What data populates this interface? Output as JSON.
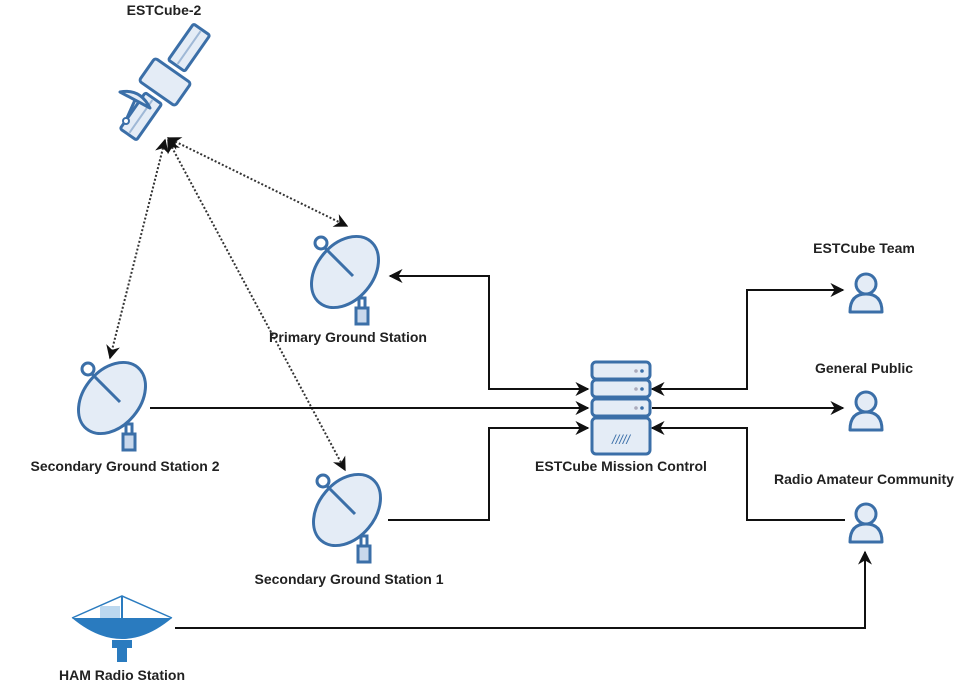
{
  "nodes": {
    "satellite": {
      "label": "ESTCube-2",
      "icon": "satellite-icon"
    },
    "primary_gs": {
      "label": "Primary Ground Station",
      "icon": "satellite-dish-icon"
    },
    "secondary_gs2": {
      "label": "Secondary Ground Station 2",
      "icon": "satellite-dish-icon"
    },
    "secondary_gs1": {
      "label": "Secondary Ground Station 1",
      "icon": "satellite-dish-icon"
    },
    "ham_radio": {
      "label": "HAM Radio Station",
      "icon": "radio-dish-icon"
    },
    "mission_control": {
      "label": "ESTCube Mission Control",
      "icon": "server-icon"
    },
    "team": {
      "label": "ESTCube Team",
      "icon": "user-icon"
    },
    "public": {
      "label": "General Public",
      "icon": "user-icon"
    },
    "radio_amateur": {
      "label": "Radio Amateur Community",
      "icon": "user-icon"
    }
  },
  "edges": [
    {
      "from": "satellite",
      "to": "primary_gs",
      "style": "dotted",
      "direction": "both"
    },
    {
      "from": "satellite",
      "to": "secondary_gs2",
      "style": "dotted",
      "direction": "both"
    },
    {
      "from": "satellite",
      "to": "secondary_gs1",
      "style": "dotted",
      "direction": "both"
    },
    {
      "from": "primary_gs",
      "to": "mission_control",
      "style": "solid",
      "direction": "both"
    },
    {
      "from": "secondary_gs2",
      "to": "mission_control",
      "style": "solid",
      "direction": "forward"
    },
    {
      "from": "secondary_gs1",
      "to": "mission_control",
      "style": "solid",
      "direction": "forward"
    },
    {
      "from": "mission_control",
      "to": "team",
      "style": "solid",
      "direction": "both"
    },
    {
      "from": "mission_control",
      "to": "public",
      "style": "solid",
      "direction": "forward"
    },
    {
      "from": "radio_amateur",
      "to": "mission_control",
      "style": "solid",
      "direction": "forward"
    },
    {
      "from": "ham_radio",
      "to": "radio_amateur",
      "style": "solid",
      "direction": "forward"
    }
  ],
  "colors": {
    "icon_stroke": "#3b6fa8",
    "icon_fill": "#e4ecf6",
    "ham_fill": "#2a7bbf",
    "line": "#111111"
  }
}
